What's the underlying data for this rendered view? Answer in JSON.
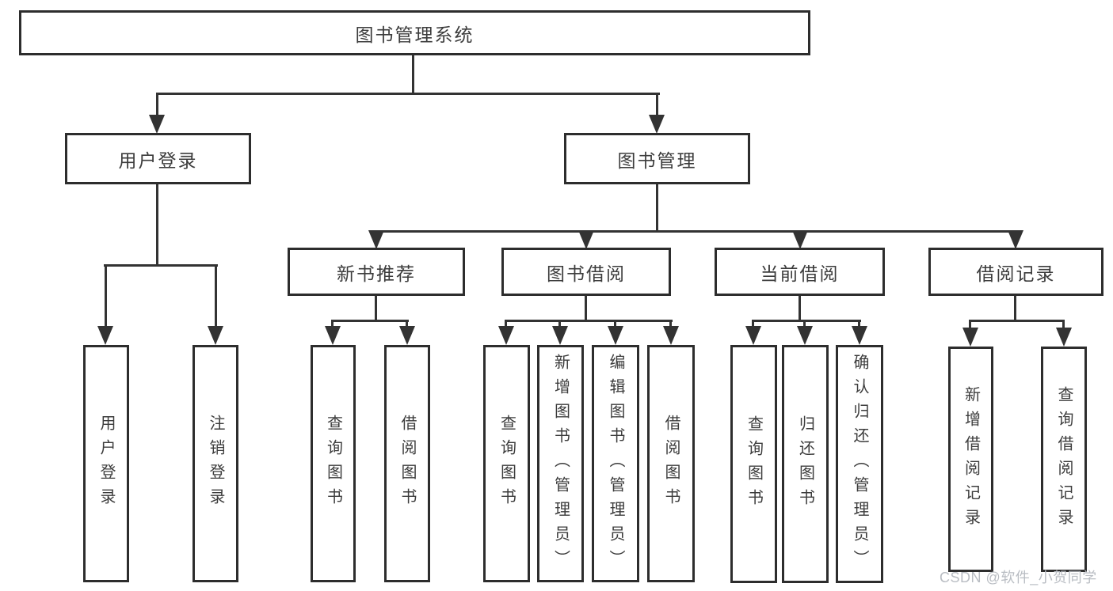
{
  "diagram": {
    "root_label": "图书管理系统",
    "level1": [
      {
        "label": "用户登录"
      },
      {
        "label": "图书管理"
      }
    ],
    "level2": [
      {
        "label": "新书推荐"
      },
      {
        "label": "图书借阅"
      },
      {
        "label": "当前借阅"
      },
      {
        "label": "借阅记录"
      }
    ],
    "leaf_groups": [
      {
        "parent": "用户登录",
        "leaves": [
          "用户登录",
          "注销登录"
        ]
      },
      {
        "parent": "新书推荐",
        "leaves": [
          "查询图书",
          "借阅图书"
        ]
      },
      {
        "parent": "图书借阅",
        "leaves": [
          "查询图书",
          "新增图书（管理员）",
          "编辑图书（管理员）",
          "借阅图书"
        ]
      },
      {
        "parent": "当前借阅",
        "leaves": [
          "查询图书",
          "归还图书",
          "确认归还（管理员）"
        ]
      },
      {
        "parent": "借阅记录",
        "leaves": [
          "新增借阅记录",
          "查询借阅记录"
        ]
      }
    ]
  },
  "watermark": {
    "text": "CSDN @软件_小贺同学"
  },
  "colors": {
    "line": "#333333",
    "box_border": "#2d2d2d",
    "text": "#3c3c3c",
    "background": "#ffffff",
    "watermark": "#b9bdc3"
  }
}
